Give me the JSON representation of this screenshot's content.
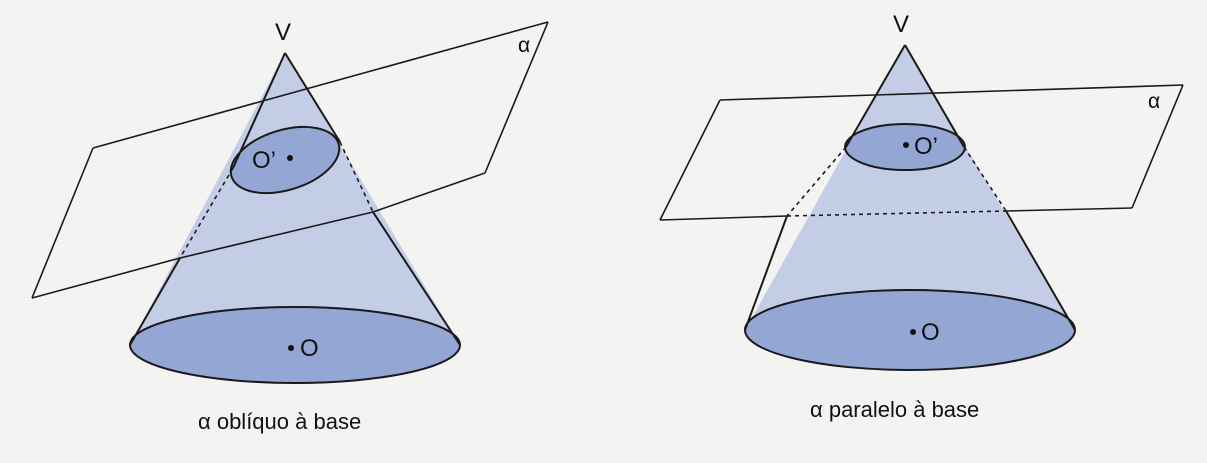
{
  "colors": {
    "cone_fill": "#c3cde5",
    "ellipse_fill": "#94a6d4",
    "stroke": "#1a1a1a",
    "background": "#f3f3f1"
  },
  "figures": {
    "left": {
      "vertex_label": "V",
      "plane_label": "α",
      "section_center_label": "O’",
      "base_center_label": "O",
      "caption": "α oblíquo à base"
    },
    "right": {
      "vertex_label": "V",
      "plane_label": "α",
      "section_center_label": "O’",
      "base_center_label": "O",
      "caption": "α paralelo à base"
    }
  }
}
